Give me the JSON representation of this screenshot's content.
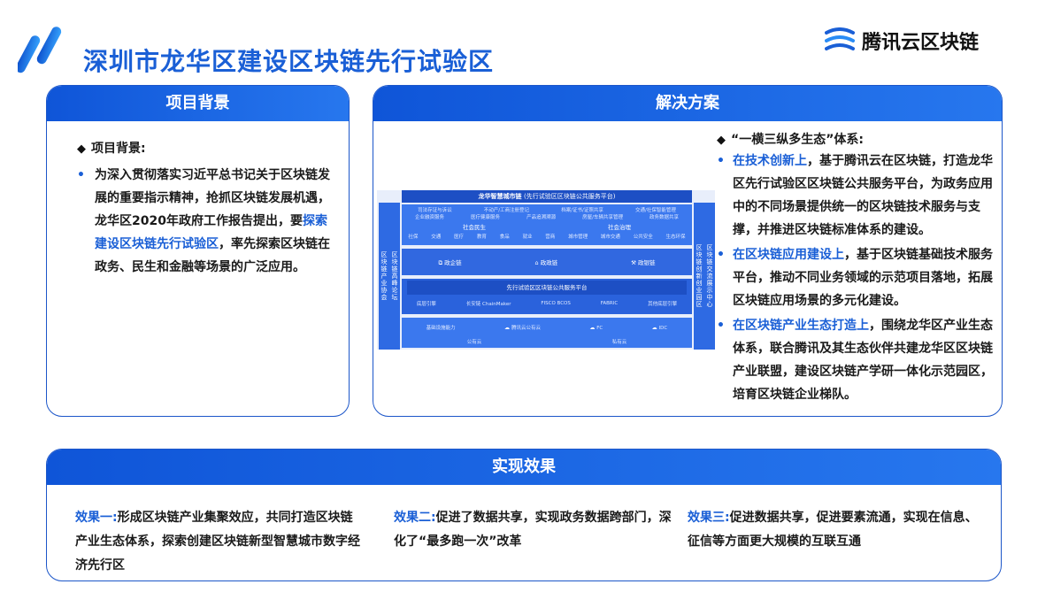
{
  "header": {
    "title": "深圳市龙华区建设区块链先行试验区",
    "brand": "腾讯云区块链",
    "brand_color": "#1a5fd6",
    "logo_icon": "slash-stripes-logo-icon",
    "brand_icon": "tencent-cloud-blockchain-logo-icon"
  },
  "background": {
    "header": "项目背景",
    "bullet_title": "项目背景:",
    "para_prefix": "为深入贯彻落实习近平总书记关于区块链发展的重要指示精神，抢抓区块链发展机遇，龙华区2020年政府工作报告提出，要",
    "para_highlight": "探索建设区块链先行试验区",
    "para_suffix": "，率先探索区块链在政务、民生和金融等场景的广泛应用。"
  },
  "solution": {
    "header": "解决方案",
    "bullet_title": "“一横三纵多生态”体系:",
    "items": [
      {
        "highlight": "在技术创新上",
        "text": "，基于腾讯云在区块链，打造龙华区先行试验区区块链公共服务平台，为政务应用中的不同场景提供统一的区块链技术服务与支撑，并推进区块链标准体系的建设。"
      },
      {
        "highlight": "在区块链应用建设上",
        "text": "，基于区块链基础技术服务平台，推动不同业务领域的示范项目落地，拓展区块链应用场景的多元化建设。"
      },
      {
        "highlight": "在区块链产业生态打造上",
        "text": "，围绕龙华区产业生态体系，联合腾讯及其生态伙伴共建龙华区区块链产业联盟，建设区块链产学研一体化示范园区，培育区块链企业梯队。"
      }
    ],
    "diagram": {
      "title": "龙华智慧城市链",
      "title_sub": "(先行试验区区块链公共服务平台)",
      "left_side_a": "区块链产业协会",
      "left_side_b": "区块链高峰论坛",
      "right_side_a": "区块链创新创业园区",
      "right_side_b": "区块链交流展示中心",
      "top_row_a": [
        "司法存证与诉讼",
        "不动产/工商注册登记",
        "档案/证书/证照共享",
        "交通/社保智能管理"
      ],
      "top_row_b": [
        "企业融资服务",
        "医疗健康服务",
        "产品追溯溯源",
        "房屋/车辆共享管理",
        "政务数据共享"
      ],
      "group_a": "社会民生",
      "group_b": "社会治理",
      "cells_a": [
        "社保",
        "交通",
        "医疗",
        "教育",
        "食品",
        "就业",
        "营商"
      ],
      "cells_b": [
        "城市管理",
        "城市交通",
        "公共安全",
        "生态环保"
      ],
      "chains": [
        "政企链",
        "政政链",
        "政银链"
      ],
      "platform": "先行试验区区块链公共服务平台",
      "engines": [
        "底层引擎",
        "长安链 ChainMaker",
        "FISCO BCOS",
        "FABRIC",
        "其他底层引擎"
      ],
      "infra_label": "基础设施能力",
      "infra_items": [
        "腾讯云公有云",
        "FC",
        "IDC"
      ],
      "infra_sub": [
        "公有云",
        "私有云"
      ]
    }
  },
  "effects": {
    "header": "实现效果",
    "items": [
      {
        "label": "效果一:",
        "text": "形成区块链产业集聚效应，共同打造区块链产业生态体系，探索创建区块链新型智慧城市数字经济先行区"
      },
      {
        "label": "效果二:",
        "text": "促进了数据共享，实现政务数据跨部门，深化了“最多跑一次”改革"
      },
      {
        "label": "效果三:",
        "text": "促进数据共享，促进要素流通，实现在信息、征信等方面更大规模的互联互通"
      }
    ]
  }
}
